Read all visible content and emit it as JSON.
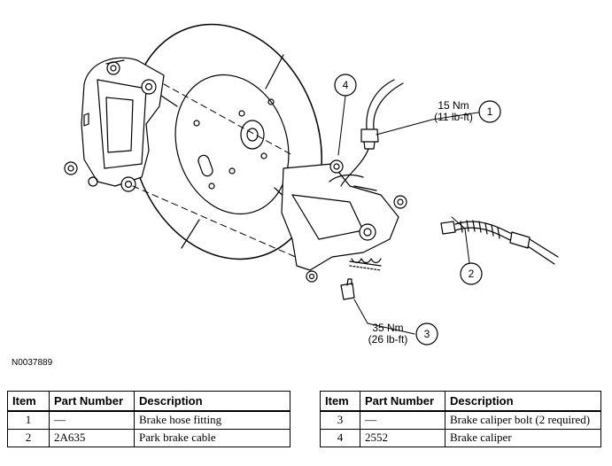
{
  "diagram": {
    "callouts": [
      {
        "number": "1",
        "torque_nm": "15 Nm",
        "torque_lbft": "(11 lb-ft)"
      },
      {
        "number": "2"
      },
      {
        "number": "3",
        "torque_nm": "35 Nm",
        "torque_lbft": "(26 lb-ft)"
      },
      {
        "number": "4"
      }
    ],
    "figure_code": "N0037889"
  },
  "table_left": {
    "headers": [
      "Item",
      "Part Number",
      "Description"
    ],
    "rows": [
      {
        "item": "1",
        "part_number": "—",
        "description": "Brake hose fitting"
      },
      {
        "item": "2",
        "part_number": "2A635",
        "description": "Park brake cable"
      }
    ]
  },
  "table_right": {
    "headers": [
      "Item",
      "Part Number",
      "Description"
    ],
    "rows": [
      {
        "item": "3",
        "part_number": "—",
        "description": "Brake caliper bolt (2 required)"
      },
      {
        "item": "4",
        "part_number": "2552",
        "description": "Brake caliper"
      }
    ]
  }
}
